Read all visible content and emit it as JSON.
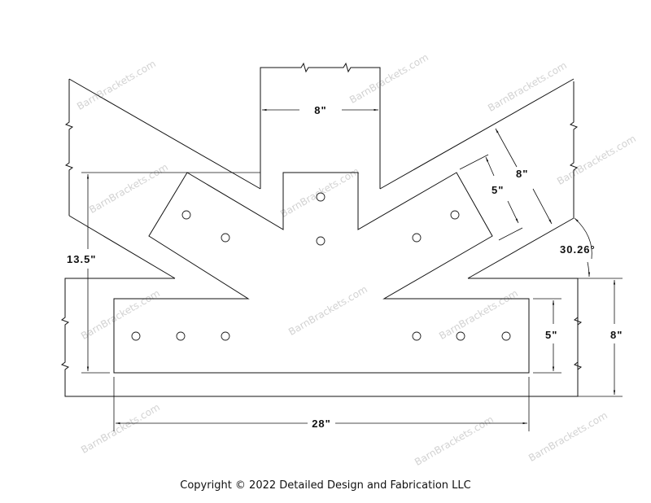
{
  "drawing": {
    "dimensions": {
      "post_width": "8\"",
      "bracket_height": "13.5\"",
      "arm_width": "5\"",
      "rafter_depth": "8\"",
      "angle": "30.26°",
      "beam_arm_width": "5\"",
      "beam_depth": "8\"",
      "bracket_length": "28\""
    },
    "watermark": "BarnBrackets.com",
    "copyright": "Copyright © 2022 Detailed Design and Fabrication LLC"
  }
}
